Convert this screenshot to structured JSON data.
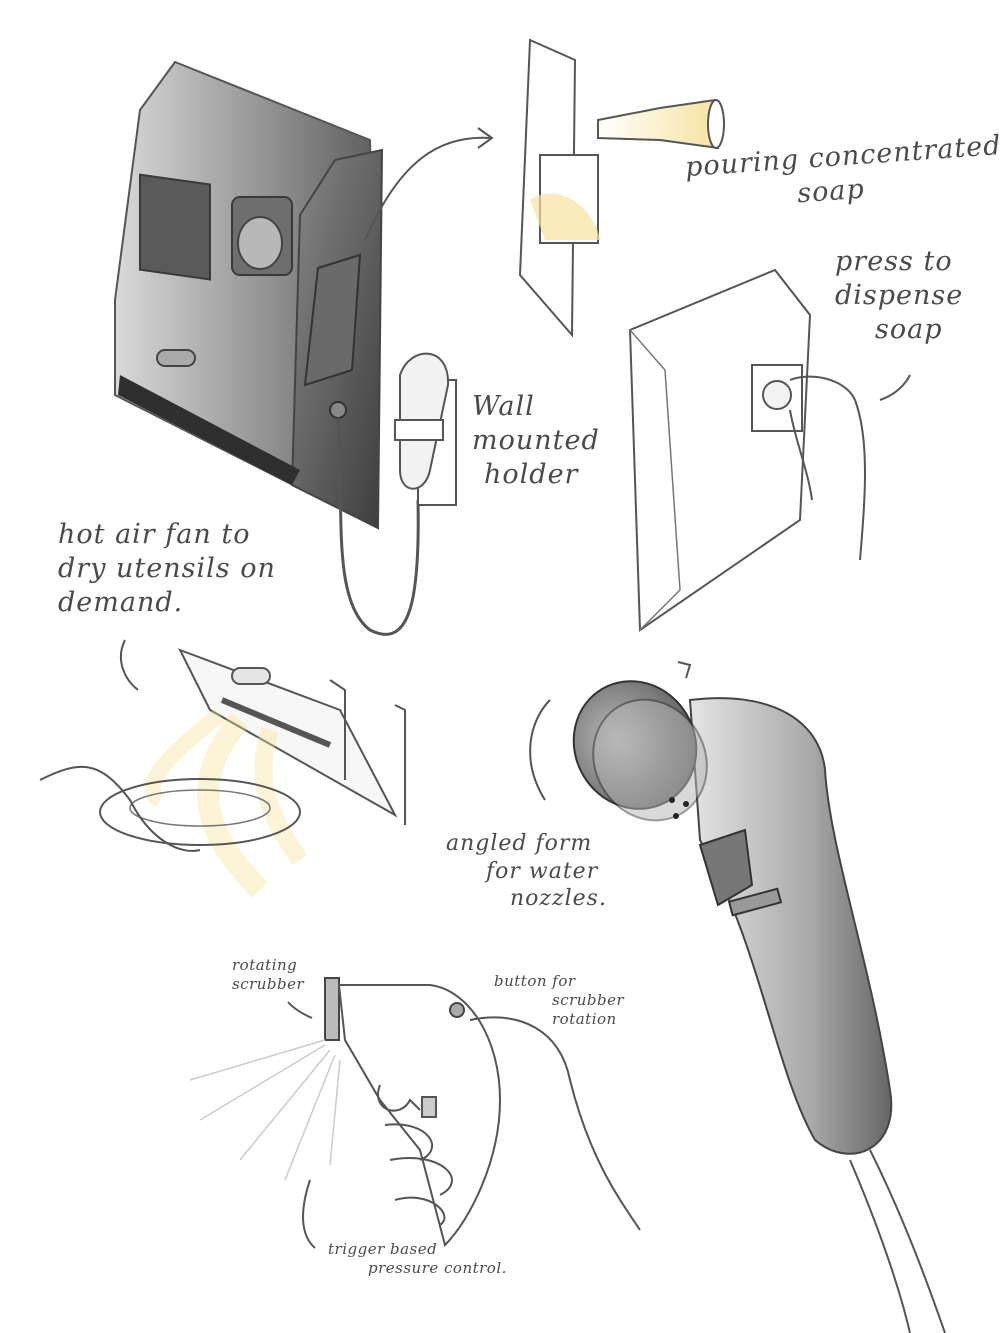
{
  "annotations": {
    "pouring_soap": {
      "lines": [
        "pouring concentrated",
        "soap"
      ]
    },
    "press_to_dispense": {
      "lines": [
        "press to",
        "dispense",
        "soap"
      ]
    },
    "wall_holder": {
      "lines": [
        "Wall",
        "mounted",
        "holder"
      ]
    },
    "hot_air_fan": {
      "lines": [
        "hot air fan to",
        "dry utensils on",
        "demand."
      ]
    },
    "angled_form": {
      "lines": [
        "angled form",
        "for water",
        "nozzles."
      ]
    },
    "rotating_scrubber": {
      "lines": [
        "rotating",
        "scrubber"
      ]
    },
    "scrubber_button": {
      "lines": [
        "button for",
        "scrubber",
        "rotation"
      ]
    },
    "trigger_control": {
      "lines": [
        "trigger based",
        "pressure control."
      ]
    }
  },
  "colors": {
    "ink": "#4a4a4a",
    "device_dark": "#555555",
    "device_light": "#cfcfcf",
    "soap_highlight": "#f6e3a0",
    "air_glow": "#f8dc8a"
  }
}
